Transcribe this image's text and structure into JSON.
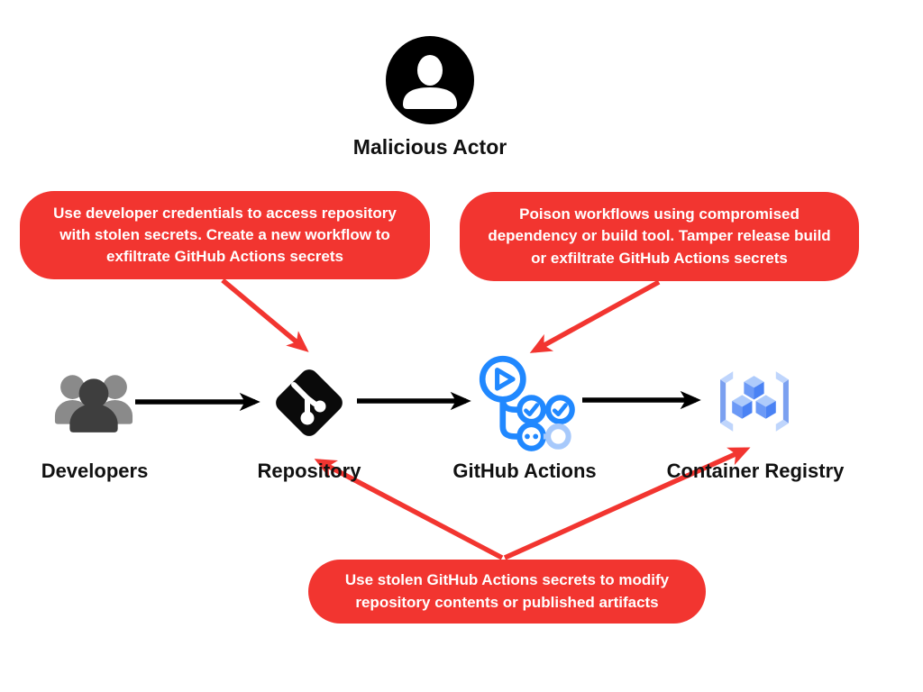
{
  "diagram": {
    "actor": {
      "label": "Malicious Actor",
      "icon": "person-icon"
    },
    "nodes": [
      {
        "label": "Developers",
        "icon": "developers-group-icon"
      },
      {
        "label": "Repository",
        "icon": "git-repository-icon"
      },
      {
        "label": "GitHub Actions",
        "icon": "github-actions-workflow-icon"
      },
      {
        "label": "Container Registry",
        "icon": "container-registry-cubes-icon"
      }
    ],
    "callouts": [
      {
        "id": "left",
        "text": "Use developer credentials to access repository\nwith stolen secrets. Create a new workflow to\nexfiltrate GitHub Actions secrets",
        "points_to": "Repository"
      },
      {
        "id": "right",
        "text": "Poison workflows using compromised\ndependency or build tool. Tamper release build\nor exfiltrate GitHub Actions secrets",
        "points_to": "GitHub Actions"
      },
      {
        "id": "bottom",
        "text": "Use stolen GitHub Actions secrets to modify\nrepository contents or published artifacts",
        "points_to": "Repository and Container Registry"
      }
    ],
    "colors": {
      "callout_red": "#F23530",
      "arrow_red": "#F23530",
      "arrow_black": "#000000",
      "actions_blue": "#2088FF",
      "actions_blue_faded": "#A7C9FB",
      "registry_blue_dark": "#4A82F4",
      "registry_blue_mid": "#6B99F6",
      "registry_blue_light": "#AECBFB",
      "bracket_blue_light": "#BFD5FC",
      "bracket_blue_mid": "#7BA0F0",
      "developers_gray_back": "#8A8A8A",
      "developers_gray_front": "#3E3E3E",
      "git_black": "#0A0A0A"
    }
  }
}
